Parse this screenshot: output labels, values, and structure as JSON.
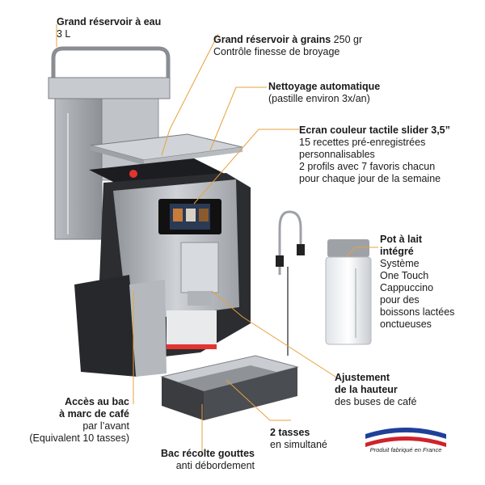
{
  "labels": {
    "water_tank": {
      "title": "Grand réservoir à eau",
      "detail": "3 L"
    },
    "bean_hopper": {
      "title": "Grand réservoir à grains",
      "title_suffix": " 250 gr",
      "detail": "Contrôle finesse de broyage"
    },
    "auto_clean": {
      "title": "Nettoyage automatique",
      "detail": "(pastille environ 3x/an)"
    },
    "screen": {
      "title": "Ecran couleur tactile slider 3,5”",
      "lines": [
        "15 recettes pré-enregistrées",
        "personnalisables",
        "2 profils avec 7 favoris chacun",
        "pour chaque jour de la semaine"
      ]
    },
    "milk_jug": {
      "title_lines": [
        "Pot à lait",
        "intégré"
      ],
      "lines": [
        "Système",
        "One Touch",
        "Cappuccino",
        "pour des",
        "boissons lactées",
        "onctueuses"
      ]
    },
    "height_adjust": {
      "title_lines": [
        "Ajustement",
        "de la hauteur"
      ],
      "detail": "des buses de café"
    },
    "two_cups": {
      "title": "2 tasses",
      "detail": "en simultané"
    },
    "drip_tray": {
      "title": "Bac récolte gouttes",
      "detail": "anti débordement"
    },
    "grounds_bin": {
      "title_lines": [
        "Accès au bac",
        "à marc de café"
      ],
      "lines": [
        "par l’avant",
        "(Equivalent 10 tasses)"
      ]
    }
  },
  "badge": {
    "text": "Produit fabriqué en France",
    "colors": [
      "#1f3f9a",
      "#ffffff",
      "#d0222b"
    ]
  },
  "colors": {
    "leader_line": "#e8a13c",
    "body_silver": "#a9adb2",
    "body_dark": "#2b2d31",
    "accent_red": "#e3342f"
  }
}
